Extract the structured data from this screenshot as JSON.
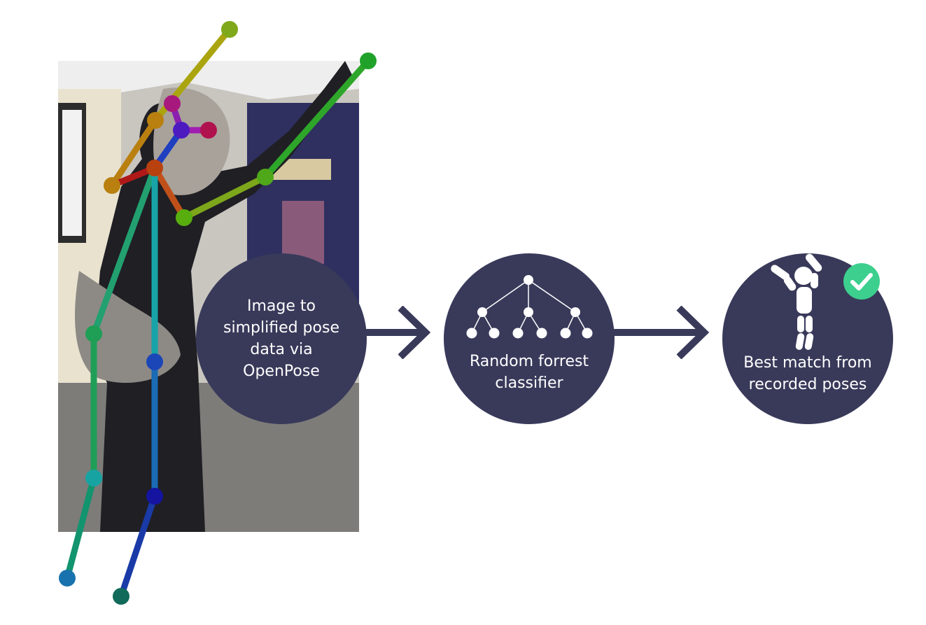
{
  "steps": [
    {
      "label": "Image to\nsimplified pose\ndata via\nOpenPose",
      "icon": "photo-to-skeleton"
    },
    {
      "label": "Random forrest\nclassifier",
      "icon": "tree-icon"
    },
    {
      "label": "Best match from\nrecorded poses",
      "icon": "pose-figure-icon"
    }
  ],
  "colors": {
    "circle": "#393a5a",
    "arrow": "#393a5a",
    "check": "#3ccf8e",
    "white": "#ffffff"
  }
}
